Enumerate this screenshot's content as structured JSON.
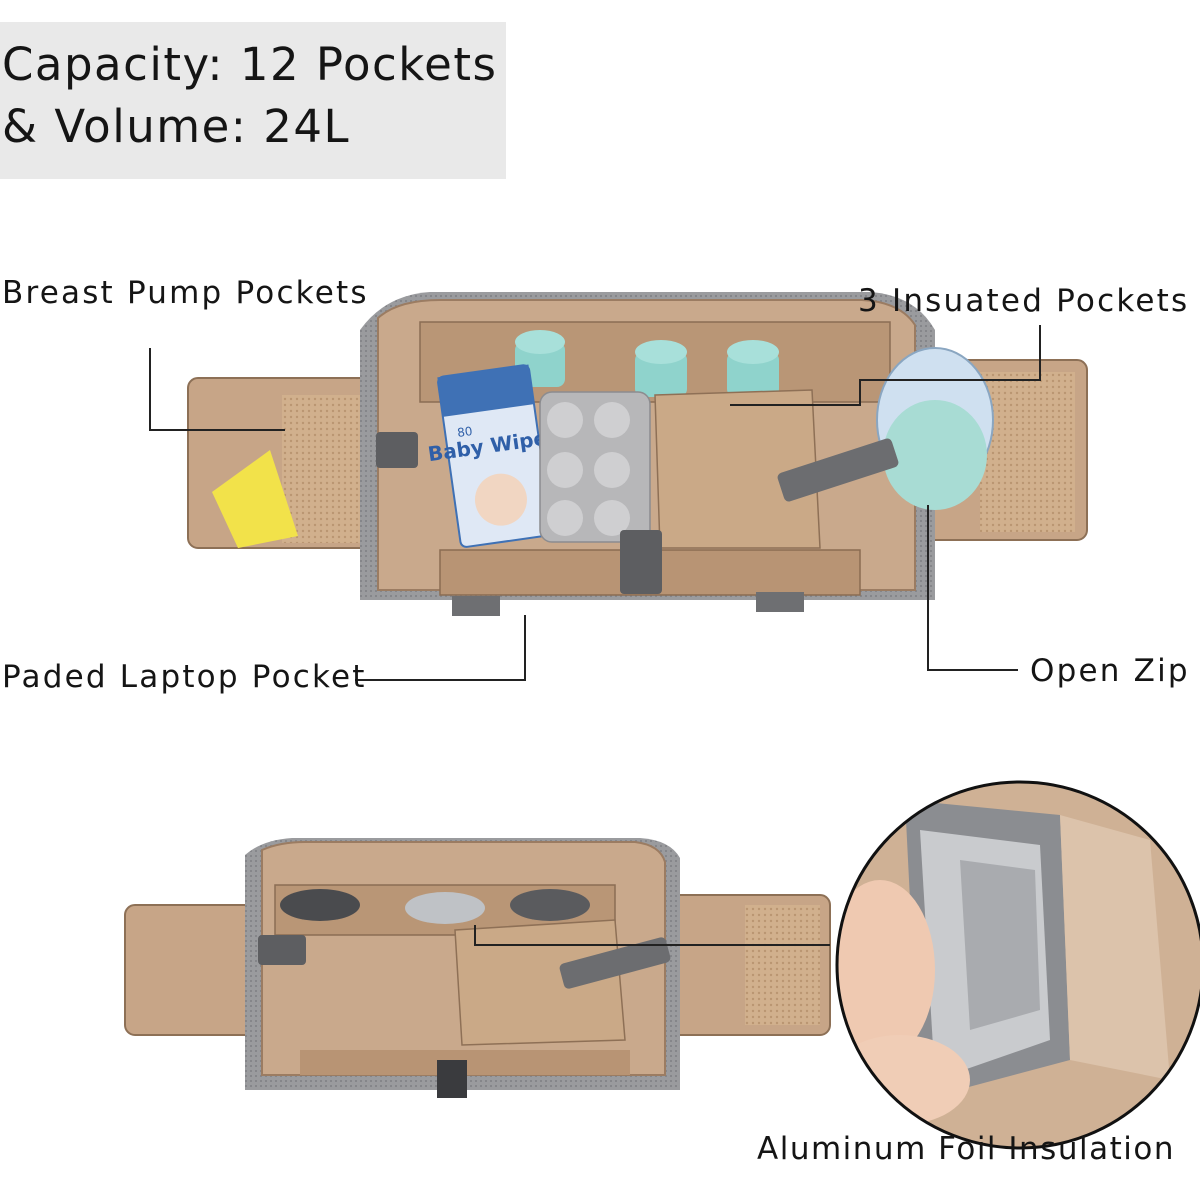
{
  "heading": {
    "line1": "Capacity: 12 Pockets",
    "line2": "& Volume: 24L"
  },
  "callouts": {
    "breast_pump": "Breast Pump Pockets",
    "insulated": "3 Insuated Pockets",
    "laptop": "Paded Laptop Pocket",
    "open_zip": "Open Zip",
    "foil": "Aluminum Foil Insulation"
  },
  "product_text": {
    "wipes_brand": "Baby Wipes",
    "wipes_count": "80"
  },
  "colors": {
    "lining": "#c9a98c",
    "lining_dark": "#a9876b",
    "felt_grey": "#8f9093",
    "bottle_teal": "#8fd3cc",
    "foil": "#c9cbce"
  }
}
